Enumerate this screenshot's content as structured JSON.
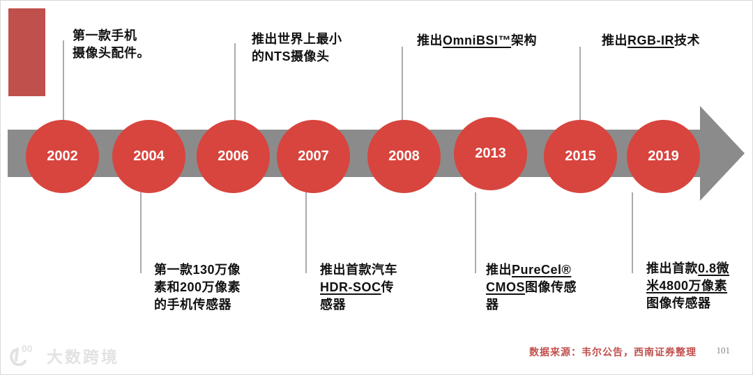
{
  "slide": {
    "title_semantic": "company-milestone-timeline",
    "source_note": "数据来源：韦尔公告，西南证券整理",
    "page_number": "101",
    "watermark_text": "大数跨境",
    "watermark_logo": "100-swirl-logo"
  },
  "colors": {
    "circle_red": "#d7453e",
    "accent_rect_red": "#c0504b",
    "bar_gray": "#8b8b8b",
    "connector_gray": "#ababab",
    "source_note_red": "#c0504d"
  },
  "timeline": {
    "type": "horizontal-arrow-timeline",
    "direction": "right",
    "nodes": [
      {
        "year": "2002"
      },
      {
        "year": "2004"
      },
      {
        "year": "2006"
      },
      {
        "year": "2007"
      },
      {
        "year": "2008"
      },
      {
        "year": "2013"
      },
      {
        "year": "2015"
      },
      {
        "year": "2019"
      }
    ]
  },
  "annotations": [
    {
      "node": "2002",
      "position": "top",
      "lines": [
        [
          {
            "t": "第一款手机"
          }
        ],
        [
          {
            "t": "摄像头配件。"
          }
        ]
      ]
    },
    {
      "node": "2006",
      "position": "top",
      "lines": [
        [
          {
            "t": "推出世界上最小"
          }
        ],
        [
          {
            "t": "的NTS摄像头"
          }
        ]
      ]
    },
    {
      "node": "2008",
      "position": "top",
      "lines": [
        [
          {
            "t": "推出"
          },
          {
            "t": "OmniBSI™",
            "u": true
          },
          {
            "t": "架构"
          }
        ]
      ]
    },
    {
      "node": "2015",
      "position": "top",
      "lines": [
        [
          {
            "t": "推出"
          },
          {
            "t": "RGB-IR",
            "u": true
          },
          {
            "t": "技术"
          }
        ]
      ]
    },
    {
      "node": "2004",
      "position": "bottom",
      "lines": [
        [
          {
            "t": "第一款130万像"
          }
        ],
        [
          {
            "t": "素和200万像素"
          }
        ],
        [
          {
            "t": "的手机传感器"
          }
        ]
      ]
    },
    {
      "node": "2007",
      "position": "bottom",
      "lines": [
        [
          {
            "t": "推出首款汽车"
          }
        ],
        [
          {
            "t": "HDR-SOC",
            "u": true
          },
          {
            "t": "传"
          }
        ],
        [
          {
            "t": "感器"
          }
        ]
      ]
    },
    {
      "node": "2013",
      "position": "bottom",
      "lines": [
        [
          {
            "t": "推出"
          },
          {
            "t": "PureCel®",
            "u": true
          }
        ],
        [
          {
            "t": "CMOS",
            "u": true
          },
          {
            "t": "图像传感"
          }
        ],
        [
          {
            "t": "器"
          }
        ]
      ]
    },
    {
      "node": "2019",
      "position": "bottom",
      "lines": [
        [
          {
            "t": "推出首款"
          },
          {
            "t": "0.8微",
            "u": true
          }
        ],
        [
          {
            "t": "米4800万像素",
            "u": true
          }
        ],
        [
          {
            "t": "图像传感器"
          }
        ]
      ]
    }
  ]
}
